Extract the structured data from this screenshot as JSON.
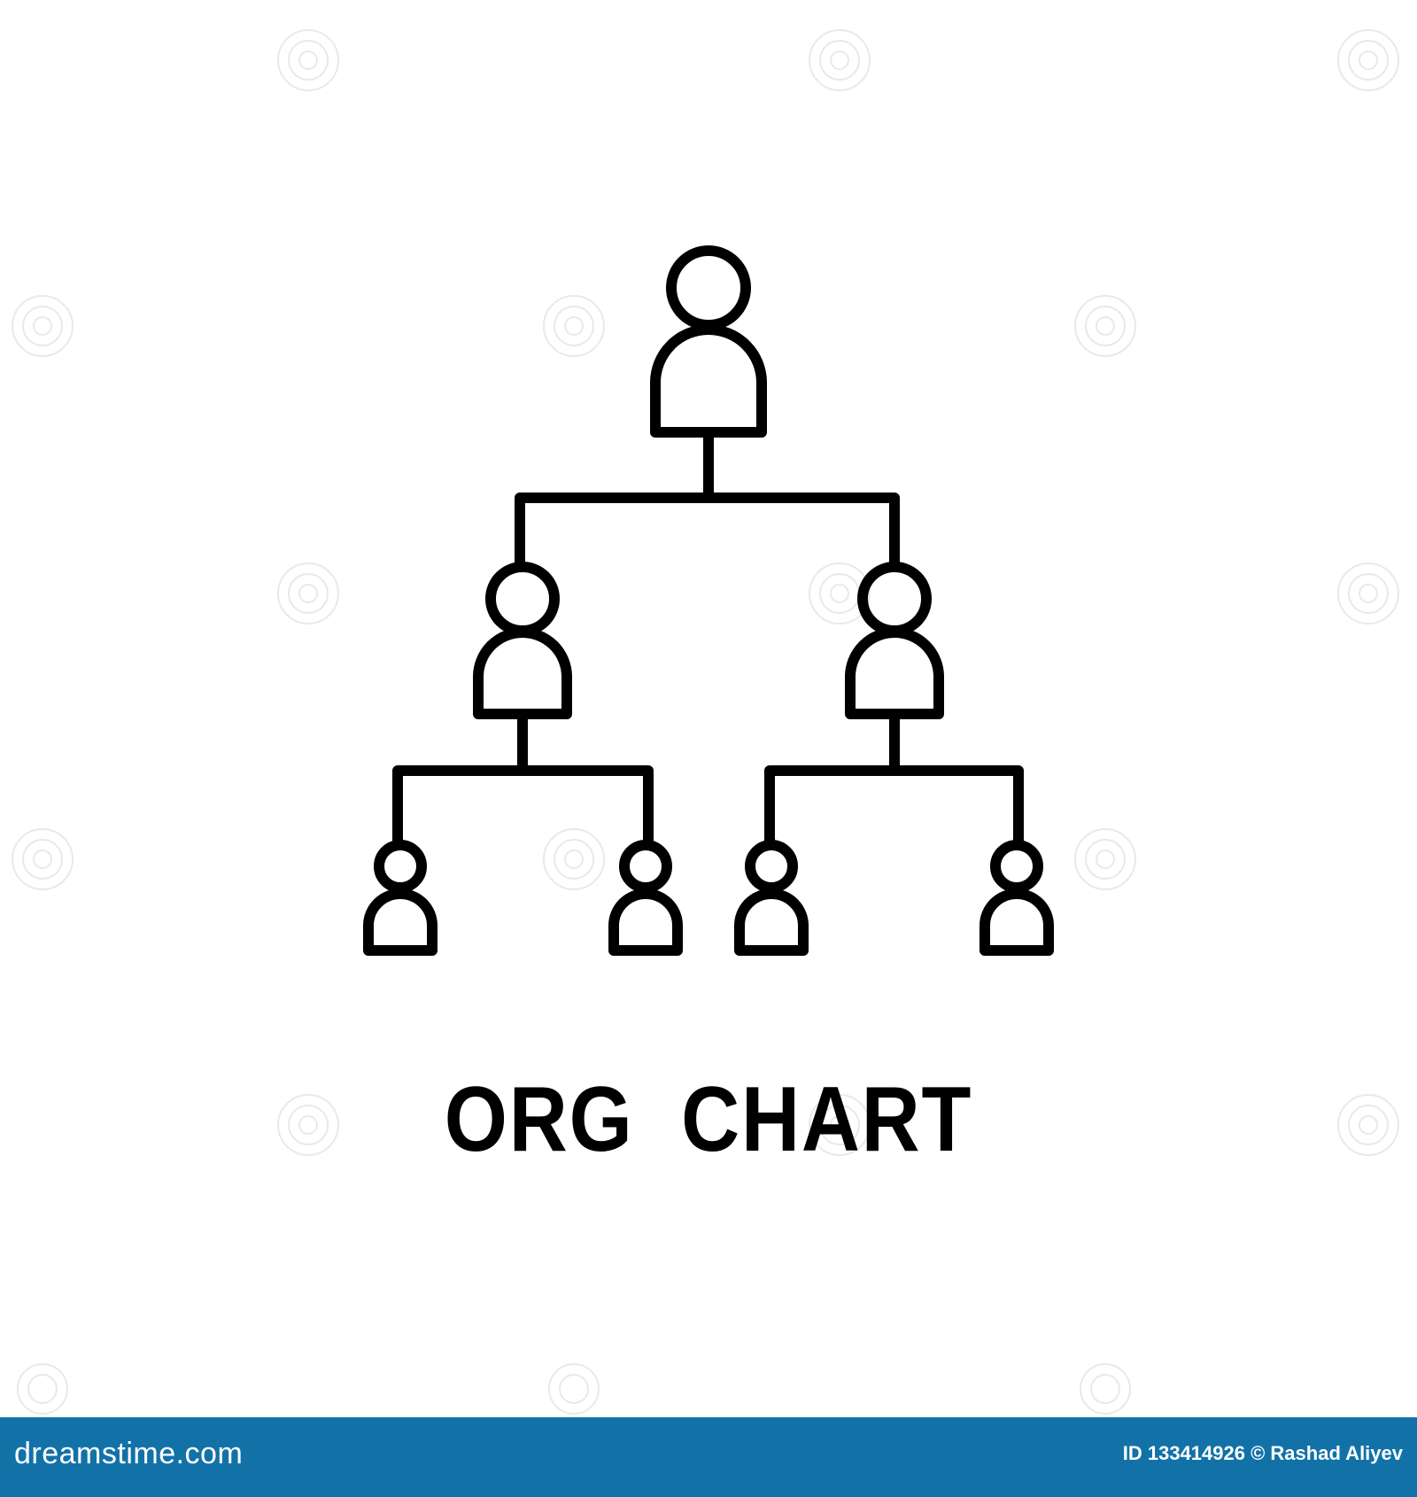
{
  "diagram": {
    "title": "ORG CHART",
    "nodes": [
      {
        "id": "top",
        "level": 0
      },
      {
        "id": "mid-left",
        "level": 1,
        "parent": "top"
      },
      {
        "id": "mid-right",
        "level": 1,
        "parent": "top"
      },
      {
        "id": "bottom-1",
        "level": 2,
        "parent": "mid-left"
      },
      {
        "id": "bottom-2",
        "level": 2,
        "parent": "mid-left"
      },
      {
        "id": "bottom-3",
        "level": 2,
        "parent": "mid-right"
      },
      {
        "id": "bottom-4",
        "level": 2,
        "parent": "mid-right"
      }
    ],
    "icon": "person-icon",
    "colors": {
      "stroke": "#000000",
      "background": "#ffffff"
    }
  },
  "footer": {
    "site": "dreamstime.com",
    "credit": "ID 133414926 © Rashad Aliyev",
    "background": "#1272a8"
  }
}
